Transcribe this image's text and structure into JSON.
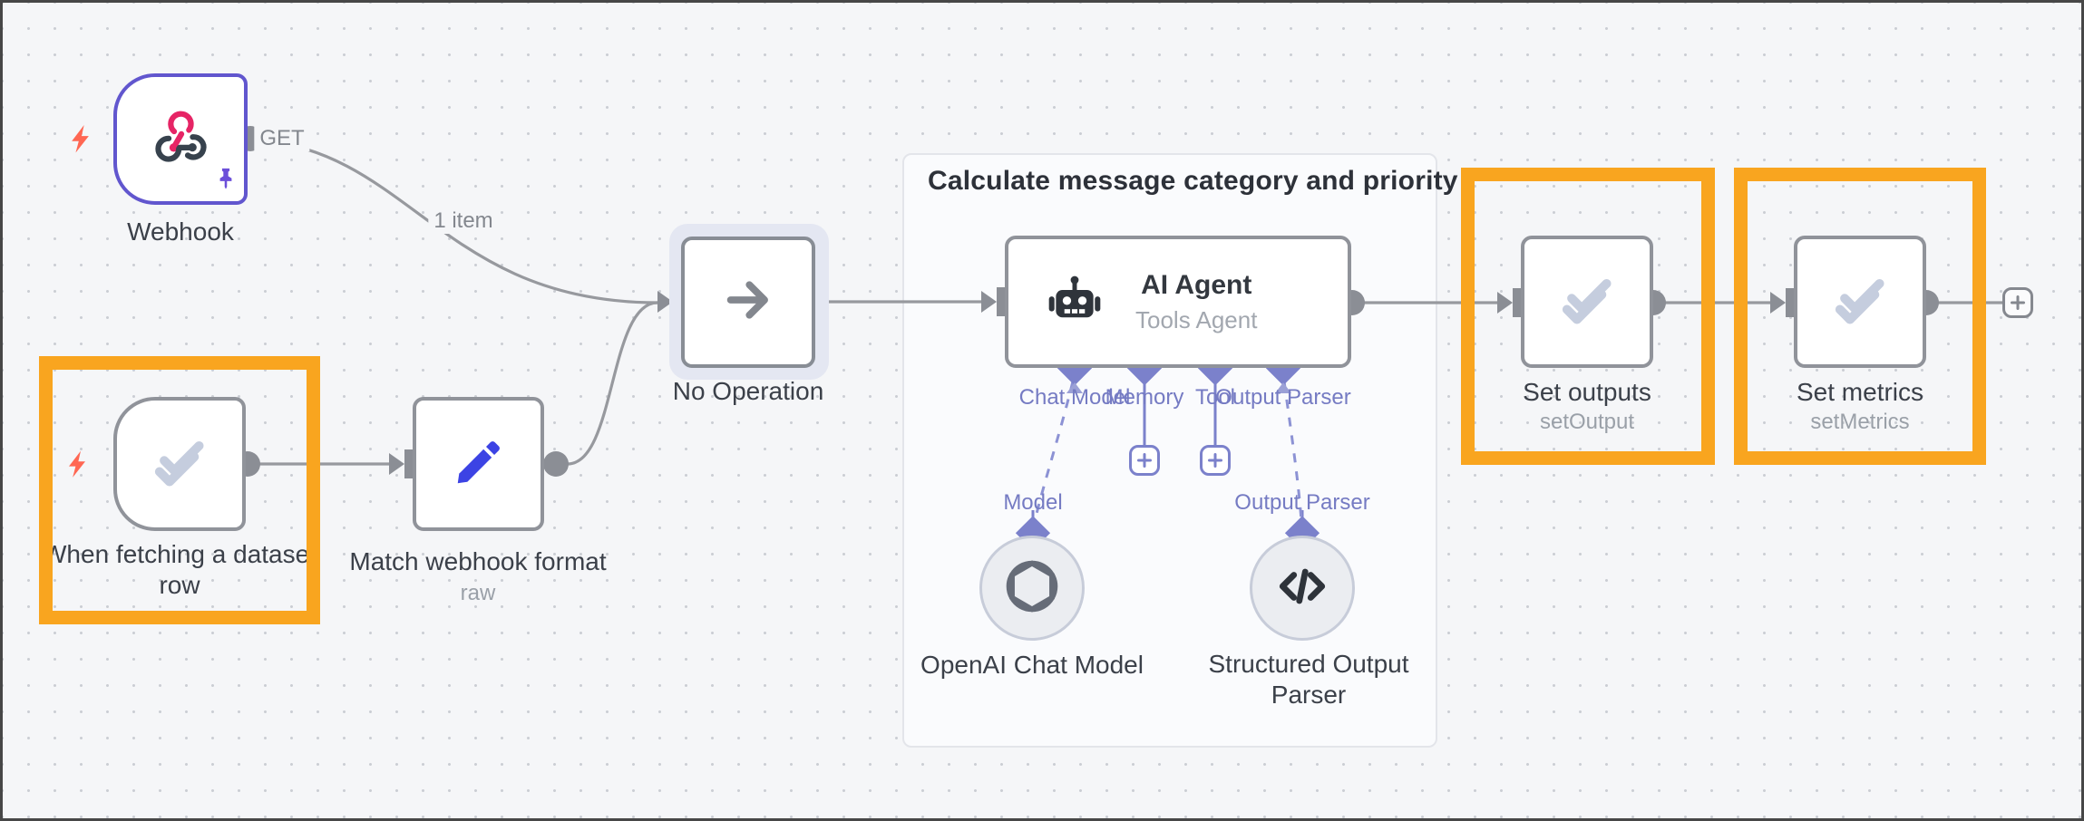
{
  "canvas": {
    "type": "workflow-editor",
    "connection_labels": {
      "webhook_method": "GET",
      "webhook_items": "1 item"
    }
  },
  "group": {
    "title": "Calculate message category and priority"
  },
  "nodes": {
    "webhook": {
      "label": "Webhook"
    },
    "dataset_trigger": {
      "label_line1": "When fetching a dataset",
      "label_line2": "row"
    },
    "match_format": {
      "label": "Match webhook format",
      "subtitle": "raw"
    },
    "no_operation": {
      "label": "No Operation"
    },
    "ai_agent": {
      "label": "AI Agent",
      "subtitle": "Tools Agent",
      "ports": {
        "chat_model": "Chat Model",
        "memory": "Memory",
        "tool": "Tool",
        "output_parser": "Output Parser"
      }
    },
    "openai_chat_model": {
      "port": "Model",
      "label": "OpenAI Chat Model"
    },
    "structured_output_parser": {
      "port": "Output Parser",
      "label_line1": "Structured Output",
      "label_line2": "Parser"
    },
    "set_outputs": {
      "label": "Set outputs",
      "subtitle": "setOutput"
    },
    "set_metrics": {
      "label": "Set metrics",
      "subtitle": "setMetrics"
    }
  },
  "icons": {
    "webhook": "webhook-icon",
    "lightning": "trigger-bolt-icon",
    "pin": "pinned-data-icon",
    "double_check": "set-check-icon",
    "pencil": "edit-pencil-icon",
    "arrow_right": "noop-arrow-icon",
    "robot": "ai-agent-robot-icon",
    "openai": "openai-logo-icon",
    "code": "code-brackets-icon",
    "plus": "plus-icon"
  },
  "colors": {
    "highlight_box": "#f9a51f",
    "node_border": "#90939a",
    "webhook_border": "#6156ce",
    "edge": "#97999e",
    "ai_port": "#7b81cb",
    "trigger_bolt": "#ff6753",
    "pencil_blue": "#3c43e4",
    "check_icon": "#c5cdde",
    "selection_halo": "#e4e7f2"
  }
}
